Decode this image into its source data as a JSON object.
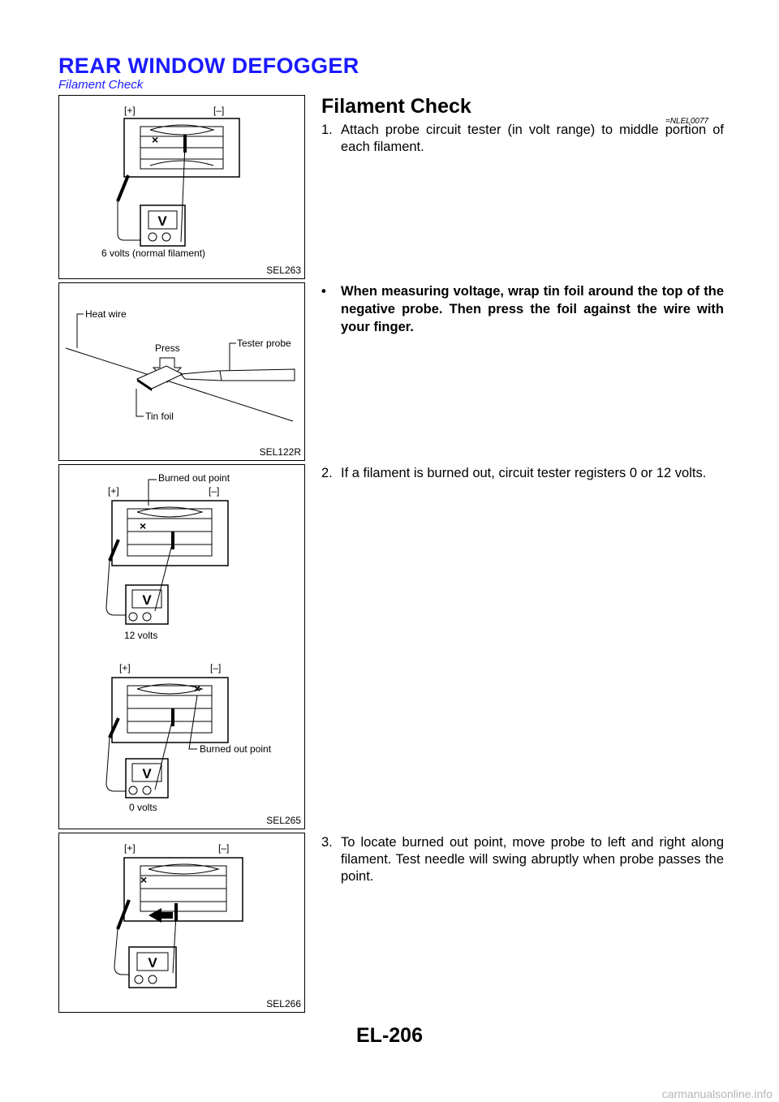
{
  "header": {
    "title": "REAR WINDOW DEFOGGER",
    "subtitle": "Filament Check"
  },
  "section": {
    "title": "Filament Check",
    "ref": "=NLEL0077"
  },
  "steps": [
    {
      "num": "1.",
      "text": "Attach probe circuit tester (in volt range) to middle portion of each filament."
    },
    {
      "num": "2.",
      "text": "If a filament is burned out, circuit tester registers 0 or 12 volts."
    },
    {
      "num": "3.",
      "text": "To locate burned out point, move probe to left and right along filament. Test needle will swing abruptly when probe passes the point."
    }
  ],
  "bullet": {
    "symbol": "•",
    "text": "When measuring voltage, wrap tin foil around the top of the negative probe. Then press the foil against the wire with your finger."
  },
  "figures": {
    "fig1": {
      "code": "SEL263",
      "plus": "[+]",
      "minus": "[–]",
      "meter": "V",
      "caption": "6 volts (normal filament)"
    },
    "fig2": {
      "code": "SEL122R",
      "heat_wire": "Heat wire",
      "press": "Press",
      "tester_probe": "Tester probe",
      "tin_foil": "Tin foil"
    },
    "fig3": {
      "code": "SEL265",
      "burned_top": "Burned out point",
      "plus": "[+]",
      "minus": "[–]",
      "meter": "V",
      "caption_top": "12 volts",
      "burned_bottom": "Burned out point",
      "caption_bottom": "0 volts"
    },
    "fig4": {
      "code": "SEL266",
      "plus": "[+]",
      "minus": "[–]",
      "meter": "V"
    }
  },
  "footer": {
    "page": "EL-206"
  },
  "watermark": "carmanualsonline.info"
}
